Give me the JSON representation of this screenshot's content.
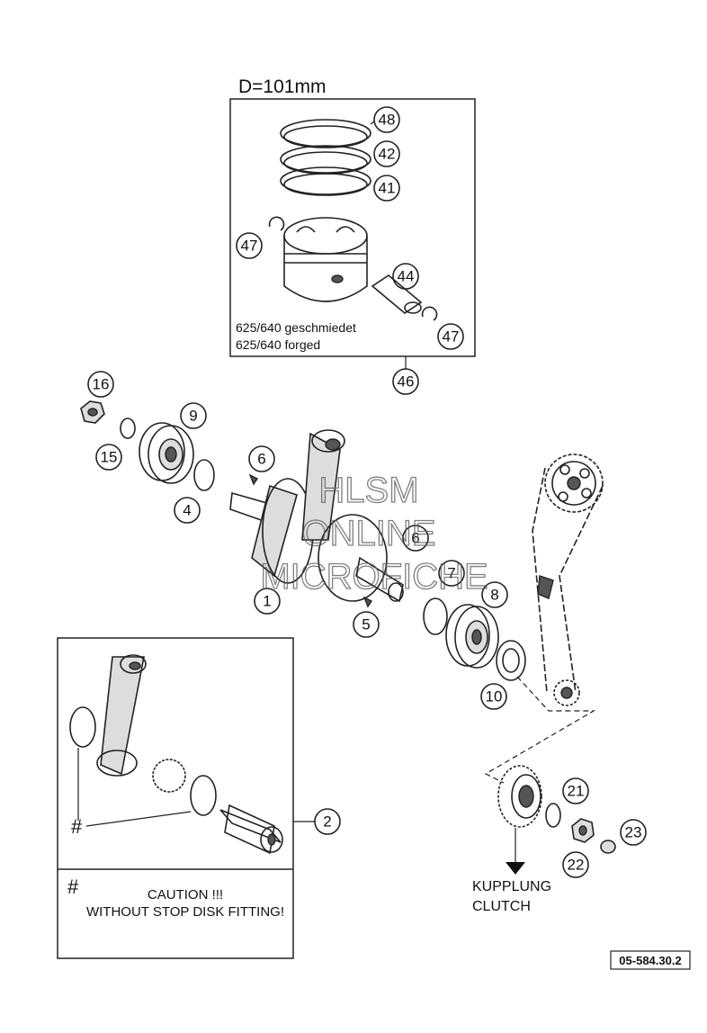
{
  "piston_box": {
    "heading": "D=101mm",
    "note_line1": "625/640  geschmiedet",
    "note_line2": "625/640  forged",
    "group_callout": "46"
  },
  "callouts": {
    "c48": "48",
    "c42": "42",
    "c41": "41",
    "c47a": "47",
    "c44": "44",
    "c47b": "47",
    "c16": "16",
    "c9": "9",
    "c15": "15",
    "c4": "4",
    "c6a": "6",
    "c6b": "6",
    "c1": "1",
    "c5": "5",
    "c7": "7",
    "c8": "8",
    "c10": "10",
    "c21": "21",
    "c23": "23",
    "c22": "22",
    "c2": "2"
  },
  "detail_box": {
    "hash_label": "#",
    "hash_symbol": "#",
    "caution_line1": "CAUTION !!!",
    "caution_line2": "WITHOUT STOP DISK FITTING!"
  },
  "clutch_label": {
    "line1": "KUPPLUNG",
    "line2": "CLUTCH"
  },
  "watermark": {
    "line1": "HLSM",
    "line2": "ONLINE",
    "line3": "MICROFICHE"
  },
  "figure_code": "05-584.30.2"
}
